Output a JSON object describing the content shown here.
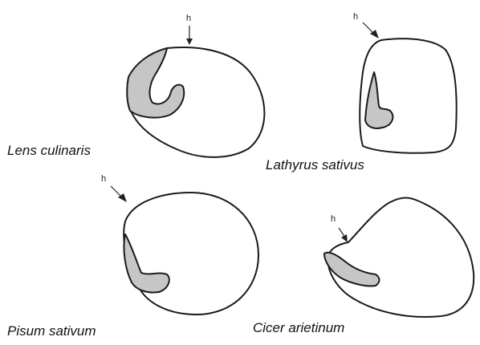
{
  "seeds": [
    {
      "id": "lens",
      "name": "Lens culinaris",
      "hilum_label": "h"
    },
    {
      "id": "lathyrus",
      "name": "Lathyrus sativus",
      "hilum_label": "h"
    },
    {
      "id": "pisum",
      "name": "Pisum sativum",
      "hilum_label": "h"
    },
    {
      "id": "cicer",
      "name": "Cicer arietinum",
      "hilum_label": "h"
    }
  ],
  "colors": {
    "outline": "#1a1a1a",
    "embryo_fill": "#c6c6c6",
    "background": "#ffffff"
  }
}
